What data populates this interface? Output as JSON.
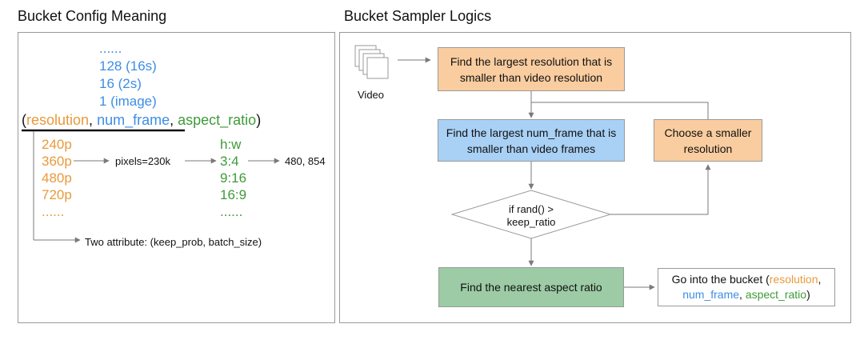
{
  "left_panel": {
    "title": "Bucket Config Meaning",
    "frames": [
      "......",
      "128  (16s)",
      "16  (2s)",
      "1    (image)"
    ],
    "tuple": {
      "open": "(",
      "resolution": "resolution",
      "sep1": ", ",
      "num_frame": "num_frame",
      "sep2": ", ",
      "aspect_ratio": "aspect_ratio",
      "close": ")"
    },
    "resolutions": [
      "240p",
      "360p",
      "480p",
      "720p",
      "......"
    ],
    "pixels_label": "pixels=230k",
    "ratios": [
      "h:w",
      "3:4",
      "9:16",
      "16:9",
      "......"
    ],
    "result_label": "480, 854",
    "attribute_label": "Two attribute: (keep_prob, batch_size)"
  },
  "right_panel": {
    "title": "Bucket Sampler Logics",
    "video_label": "Video",
    "box_resolution": [
      "Find the largest resolution that is",
      "smaller than video resolution"
    ],
    "box_num_frame": [
      "Find the largest num_frame that is",
      "smaller than video frames"
    ],
    "box_smaller": [
      "Choose a smaller",
      "resolution"
    ],
    "decision": [
      "if rand() >",
      "keep_ratio"
    ],
    "box_aspect": "Find the nearest aspect ratio",
    "bucket": {
      "prefix": "Go into the bucket  (",
      "resolution": "resolution",
      "comma1": ",",
      "num_frame": "num_frame",
      "comma2": ", ",
      "aspect_ratio": "aspect_ratio",
      "close": ")"
    }
  },
  "colors": {
    "orange_text": "#e89a3c",
    "blue_text": "#3d8de6",
    "green_text": "#3f9a3a",
    "orange_box": "#f9cda0",
    "blue_box": "#a9d0f5",
    "green_box": "#9ccba5"
  },
  "icons": [
    "video-stack-icon"
  ]
}
